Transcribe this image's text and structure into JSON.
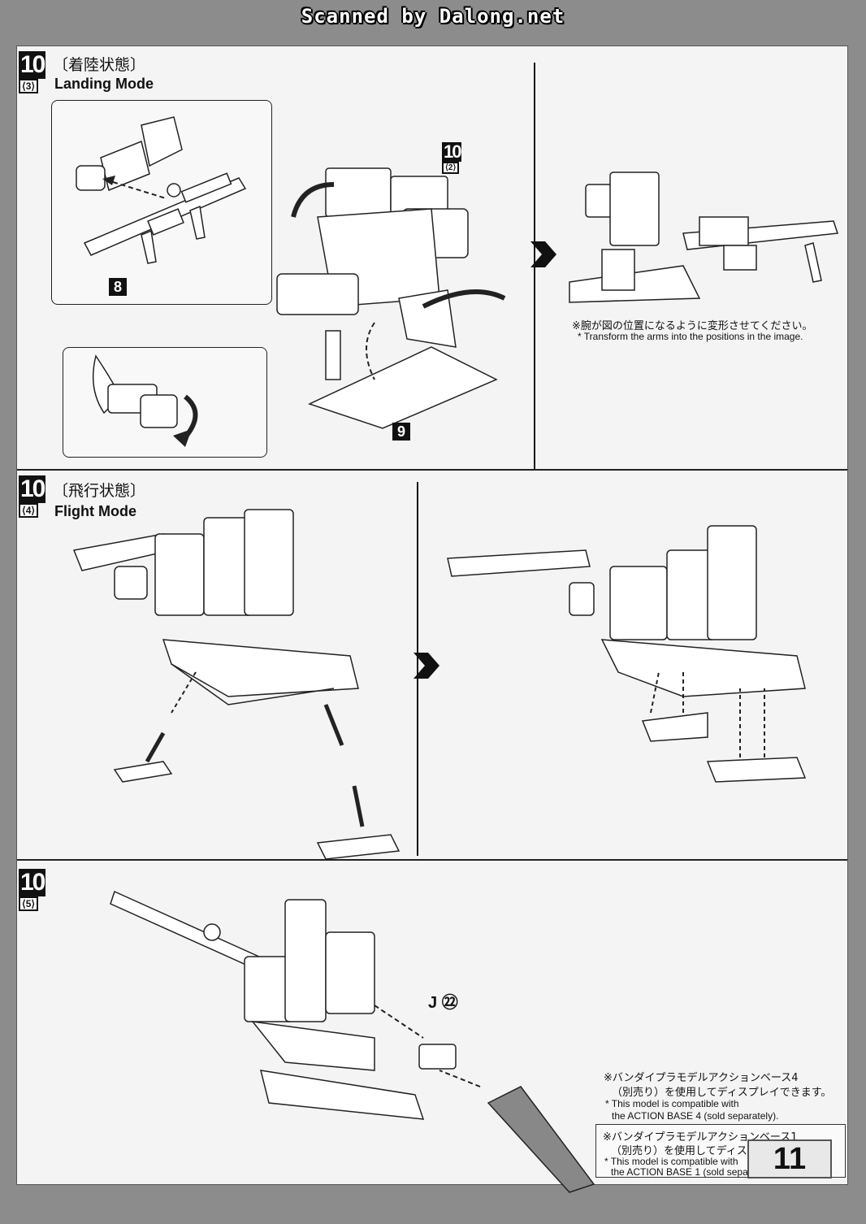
{
  "header": {
    "scan_credit": "Scanned by Dalong.net"
  },
  "steps": [
    {
      "number": "10",
      "sub": "3",
      "title_jp": "〔着陸状態〕",
      "title_en": "Landing Mode",
      "parts": [
        "8",
        "9"
      ],
      "ref_number": "10",
      "ref_sub": "2",
      "note_jp": "※腕が図の位置になるように変形させてください。",
      "note_en": "* Transform the arms into the positions in the image."
    },
    {
      "number": "10",
      "sub": "4",
      "title_jp": "〔飛行状態〕",
      "title_en": "Flight Mode"
    },
    {
      "number": "10",
      "sub": "5",
      "part_label": "J",
      "part_number": "㉒",
      "notes": [
        {
          "jp_line1": "※バンダイプラモデルアクションベース4",
          "jp_line2": "（別売り）を使用してディスプレイできます。",
          "en_line1": "* This model is compatible with",
          "en_line2": "the ACTION BASE 4 (sold separately)."
        },
        {
          "jp_line1": "※バンダイプラモデルアクションベース1",
          "jp_line2": "（別売り）を使用してディスプレイできます。",
          "en_line1": "* This model is compatible with",
          "en_line2": "the ACTION BASE 1 (sold separately)."
        }
      ]
    }
  ],
  "page_number": "11",
  "icons": [
    "arrow-right-icon",
    "rotate-arrow-icon",
    "dashed-arrow-icon"
  ],
  "colors": {
    "page_bg": "#f4f4f4",
    "ink": "#111111",
    "scan_border": "#8c8c8c"
  }
}
